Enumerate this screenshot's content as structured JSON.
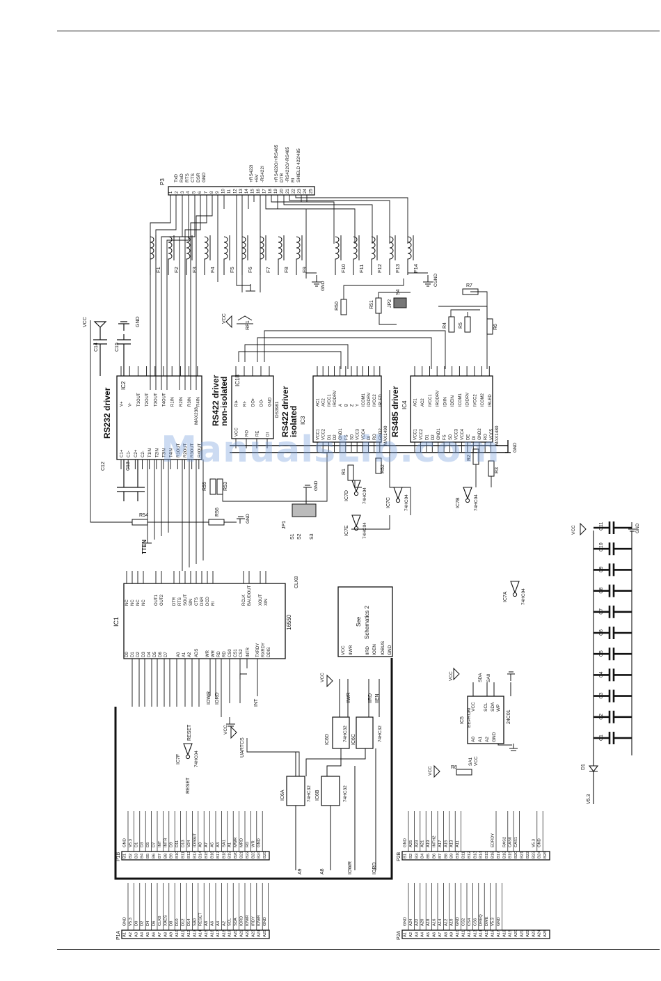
{
  "watermark": "ManualsLib.com",
  "blocks": [
    {
      "id": "ic2",
      "label": "RS232 driver",
      "ref": "IC2",
      "part": "MAX238",
      "left": [
        "C1+",
        "C1-",
        "C2+",
        "C2-",
        "T1IN",
        "T2IN",
        "T3IN",
        "T4IN",
        "R1OUT",
        "R2OUT",
        "R3OUT",
        "R4OUT"
      ],
      "right": [
        "V+",
        "V-",
        "T1OUT",
        "T2OUT",
        "T3OUT",
        "T4OUT",
        "R1IN",
        "R2IN",
        "R3IN",
        "R4IN"
      ]
    },
    {
      "id": "ic18",
      "label": "RS422 driver non-isolated",
      "ref": "IC18",
      "part": "DS3981",
      "left": [
        "VCC",
        "RO",
        "RE",
        "DI"
      ],
      "right": [
        "RI+",
        "RI-",
        "DO+",
        "DO-",
        "GND"
      ]
    },
    {
      "id": "ic3",
      "label": "RS422 driver isolated",
      "ref": "IC3",
      "part": "MAX1490",
      "left": [
        "VCC1",
        "VCC2",
        "D1",
        "D2",
        "GND1",
        "FS",
        "SD",
        "VCC3",
        "VCC4",
        "DI",
        "RO",
        "GND2"
      ],
      "right": [
        "AC1",
        "AC2",
        "IVCC1",
        "IRODRV",
        "A",
        "B",
        "Z",
        "Y",
        "ICOM1",
        "IDIDRV",
        "IVCC2",
        "IRLED"
      ]
    },
    {
      "id": "ic4",
      "label": "RS485 driver",
      "ref": "IC4",
      "part": "MAX1480",
      "left": [
        "VCC1",
        "VCC2",
        "D1",
        "D2",
        "GND1",
        "FS",
        "SD",
        "VCC3",
        "VCC4",
        "DE",
        "DI",
        "GND2",
        "RO",
        "VCC5"
      ],
      "right": [
        "AC1",
        "AC2",
        "IVCC1",
        "IRODRV",
        "IDIIN",
        "IDEIN",
        "ICOM1",
        "IDIDRV",
        "IVCC2",
        "ICOM2",
        "IRLED"
      ]
    },
    {
      "id": "ic1",
      "label": "IC1",
      "ref": "IC1",
      "part": "16550",
      "left": [
        "D0",
        "D1",
        "D2",
        "D3",
        "D4",
        "D5",
        "D6",
        "D7",
        "A0",
        "A1",
        "A2",
        "ADS",
        "WR",
        "WR",
        "RD",
        "RD",
        "CS0",
        "CS1",
        "CS2",
        "INTR",
        "TXRDY",
        "RXRDY",
        "DDIS"
      ],
      "right": [
        "NC",
        "NC",
        "NC",
        "NC",
        "OUT1",
        "OUT2",
        "DTR",
        "RTS",
        "SOUT",
        "SIN",
        "CTS",
        "DSR",
        "DCD",
        "RI",
        "RCLK",
        "BAUDOUT",
        "XOUT",
        "XIN"
      ]
    },
    {
      "id": "ic5",
      "label": "EEPROM",
      "ref": "IC5",
      "part": "24C01",
      "left": [
        "A0",
        "A1",
        "A2",
        "GND"
      ],
      "right": [
        "VCC",
        "SCL",
        "SDA",
        "WP"
      ]
    }
  ],
  "schematics_ref": {
    "label": "See Schematics 2",
    "pins": [
      "VCC",
      "IIWR",
      "IIRD",
      "IOEN",
      "IOBUS",
      "GND"
    ]
  },
  "gates": [
    {
      "ref": "IC7D",
      "part": "74HC04"
    },
    {
      "ref": "IC7E",
      "part": "74HC04"
    },
    {
      "ref": "IC7C",
      "part": "74HC04"
    },
    {
      "ref": "IC7B",
      "part": "74HC04"
    },
    {
      "ref": "IC7A",
      "part": "74HC04"
    },
    {
      "ref": "IC7F",
      "part": "74HC04"
    },
    {
      "ref": "IC6D",
      "part": "74HC32"
    },
    {
      "ref": "IC6C",
      "part": "74HC32"
    },
    {
      "ref": "IC6A",
      "part": "74HC32"
    },
    {
      "ref": "IC6B",
      "part": "74HC32"
    }
  ],
  "connector_p3": {
    "ref": "P3",
    "pins": [
      "1",
      "2",
      "3",
      "4",
      "5",
      "6",
      "7",
      "8",
      "9",
      "10",
      "11",
      "12",
      "13",
      "14",
      "15",
      "16",
      "17",
      "18",
      "19",
      "20",
      "21",
      "22",
      "23",
      "24",
      "25"
    ],
    "signals": [
      "TxD",
      "RxD",
      "RTS",
      "CTS",
      "DSR",
      "GND",
      "+RS422I",
      "+5V",
      "-RS422I",
      "+RS422O/+RS485",
      "DTR",
      "-RS422O/-RS485",
      "RI",
      "SHIELD 422/485"
    ]
  },
  "ferrites": [
    "F1",
    "F2",
    "F3",
    "F4",
    "F5",
    "F6",
    "F7",
    "F8",
    "F9",
    "F10",
    "F11",
    "F12",
    "F13",
    "F14"
  ],
  "capacitors": [
    "C1",
    "C2",
    "C3",
    "C4",
    "C5",
    "C6",
    "C7",
    "C8",
    "C9",
    "C10",
    "C11",
    "C12",
    "C13",
    "C14",
    "C15"
  ],
  "resistors": [
    "R1",
    "R2",
    "R3",
    "R4",
    "R5",
    "R6",
    "R7",
    "R8",
    "R50",
    "R51",
    "R52",
    "R53",
    "R54",
    "R55",
    "R56",
    "RP1"
  ],
  "jumpers": [
    {
      "ref": "JP1",
      "pins": [
        "S1",
        "S2",
        "S3"
      ]
    },
    {
      "ref": "JP2",
      "pins": [
        "S4"
      ]
    }
  ],
  "power": {
    "vcc": "VCC",
    "gnd": "GND",
    "cgnd": "CGND",
    "v53": "V5.3",
    "diode": "D1"
  },
  "net_labels": [
    "TTEN",
    "CLK8",
    "RESET",
    "RESET",
    "UARTCS",
    "INT",
    "IOWR",
    "IORD",
    "A9",
    "A8",
    "IIWR",
    "IIRD",
    "IIEN",
    "SCL",
    "SDA",
    "SA0",
    "SA1",
    "VCC"
  ],
  "bus": {
    "p1a": {
      "ref": "P1A",
      "pins": [
        "A1",
        "A2",
        "A3",
        "A4",
        "A5",
        "A6",
        "A7",
        "A8",
        "A9",
        "A10",
        "A11",
        "A12",
        "A13",
        "A14",
        "A15",
        "A16",
        "A17",
        "A18",
        "A19",
        "A20",
        "A21",
        "A22",
        "A23",
        "A24",
        "A25"
      ],
      "signals": [
        "GND",
        "V5.3",
        "D0",
        "D2",
        "D4",
        "D6",
        "CLK8",
        "XACS",
        "D8",
        "D10",
        "D12",
        "D14",
        "SA0",
        "RESET",
        "A8",
        "A6",
        "A4",
        "A2",
        "SCL",
        "SDA",
        "IORD",
        "IOWR",
        "IRDY",
        "IOWR",
        "GND"
      ]
    },
    "p1b": {
      "ref": "P1B",
      "pins": [
        "B1",
        "B2",
        "B3",
        "B4",
        "B5",
        "B6",
        "B7",
        "B8",
        "B9",
        "B10",
        "B11",
        "B12",
        "B13",
        "B14",
        "B15",
        "B16",
        "B17",
        "B18",
        "B19",
        "B20",
        "B21",
        "B22",
        "B23",
        "B24",
        "B25"
      ],
      "signals": [
        "GND",
        "V5.3",
        "D1",
        "D3",
        "D5",
        "D7",
        "INT",
        "INTR",
        "D9",
        "D11",
        "D13",
        "V24",
        "IOWAIT",
        "A9",
        "A7",
        "A5",
        "A3",
        "SA1",
        "A1",
        "MWR",
        "MRD",
        "RD",
        "WR",
        "GND",
        ""
      ]
    },
    "p2a": {
      "ref": "P2A",
      "pins": [
        "A1",
        "A2",
        "A3",
        "A4",
        "A5",
        "A6",
        "A7",
        "A8",
        "A9",
        "A10",
        "A11",
        "A12",
        "A13",
        "A14",
        "A15",
        "A16",
        "A17",
        "A18",
        "A19",
        "A20",
        "A21",
        "A22",
        "A23",
        "A24",
        "A25"
      ],
      "signals": [
        "GND",
        "A24",
        "A22",
        "A20",
        "A18",
        "A16",
        "A14",
        "A12",
        "A10",
        "GND",
        "CS2",
        "CS4",
        "CS6",
        "DREQ",
        "DWE",
        "V5.3",
        "GND",
        "",
        "",
        "",
        "",
        "",
        "",
        "",
        ""
      ]
    },
    "p2b": {
      "ref": "P2B",
      "pins": [
        "B1",
        "B2",
        "B3",
        "B4",
        "B5",
        "B6",
        "B7",
        "B8",
        "B9",
        "B10",
        "B11",
        "B12",
        "B13",
        "B14",
        "B15",
        "B16",
        "B17",
        "B18",
        "B19",
        "B20",
        "B21",
        "B22",
        "B23",
        "B24",
        "B25"
      ],
      "signals": [
        "GND",
        "A25",
        "A23",
        "A21",
        "A19",
        "INTH2",
        "A17",
        "A15",
        "A13",
        "A11",
        "",
        "",
        "",
        "",
        "",
        "EDRDY",
        "",
        "RAS2",
        "CAS0",
        "CAS1",
        "",
        "",
        "V5.3",
        "GND",
        ""
      ]
    }
  }
}
